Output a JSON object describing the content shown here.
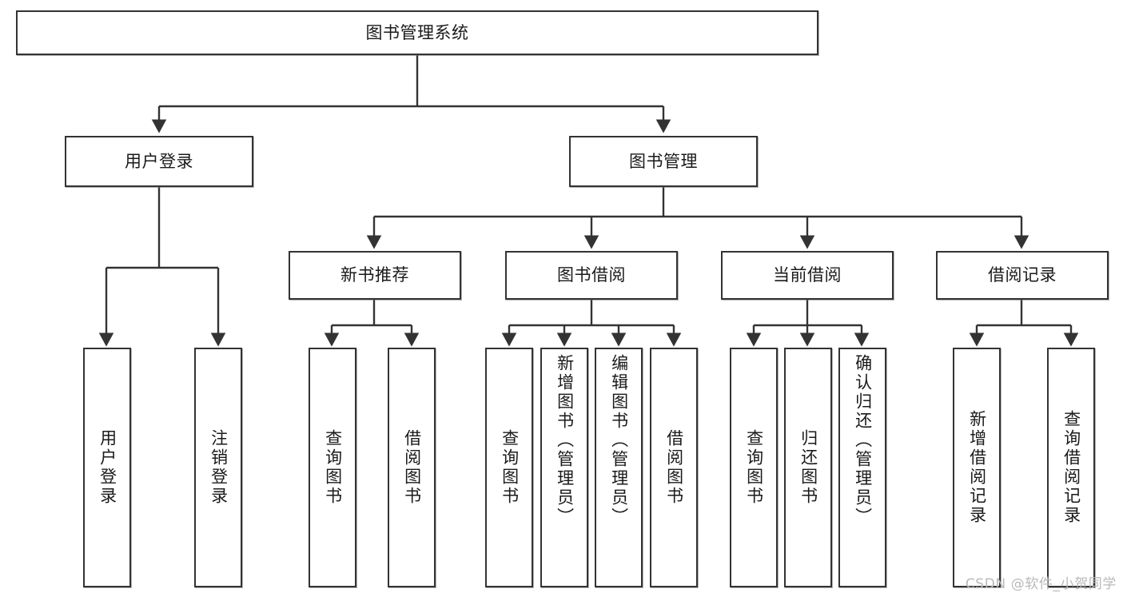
{
  "diagram": {
    "type": "tree-hierarchy",
    "title": "图书管理系统",
    "orientation": "top-down",
    "colors": {
      "node_border": "#333333",
      "node_fill": "#ffffff",
      "edge": "#333333",
      "text": "#1a1a1a",
      "watermark": "#b9b9b9",
      "background": "#ffffff"
    },
    "watermark": "CSDN @软件_小贺同学",
    "nodes": {
      "root": {
        "label": "图书管理系统",
        "level": 1
      },
      "level2": [
        {
          "id": "user-login",
          "label": "用户登录"
        },
        {
          "id": "book-manage",
          "label": "图书管理"
        }
      ],
      "level3": [
        {
          "id": "new-book-recommend",
          "label": "新书推荐",
          "parent": "book-manage"
        },
        {
          "id": "book-borrow",
          "label": "图书借阅",
          "parent": "book-manage"
        },
        {
          "id": "current-borrow",
          "label": "当前借阅",
          "parent": "book-manage"
        },
        {
          "id": "borrow-record",
          "label": "借阅记录",
          "parent": "book-manage"
        }
      ],
      "leaves": {
        "user-login": [
          {
            "id": "leaf-user-login",
            "label": "用户登录"
          },
          {
            "id": "leaf-user-logout",
            "label": "注销登录"
          }
        ],
        "new-book-recommend": [
          {
            "id": "leaf-query-book-1",
            "label": "查询图书"
          },
          {
            "id": "leaf-borrow-book-1",
            "label": "借阅图书"
          }
        ],
        "book-borrow": [
          {
            "id": "leaf-query-book-2",
            "label": "查询图书"
          },
          {
            "id": "leaf-add-book",
            "label": "新增图书（管理员）"
          },
          {
            "id": "leaf-edit-book",
            "label": "编辑图书（管理员）"
          },
          {
            "id": "leaf-borrow-book-2",
            "label": "借阅图书"
          }
        ],
        "current-borrow": [
          {
            "id": "leaf-query-book-3",
            "label": "查询图书"
          },
          {
            "id": "leaf-return-book",
            "label": "归还图书"
          },
          {
            "id": "leaf-confirm-return",
            "label": "确认归还（管理员）"
          }
        ],
        "borrow-record": [
          {
            "id": "leaf-add-record",
            "label": "新增借阅记录"
          },
          {
            "id": "leaf-query-record",
            "label": "查询借阅记录"
          }
        ]
      }
    }
  }
}
